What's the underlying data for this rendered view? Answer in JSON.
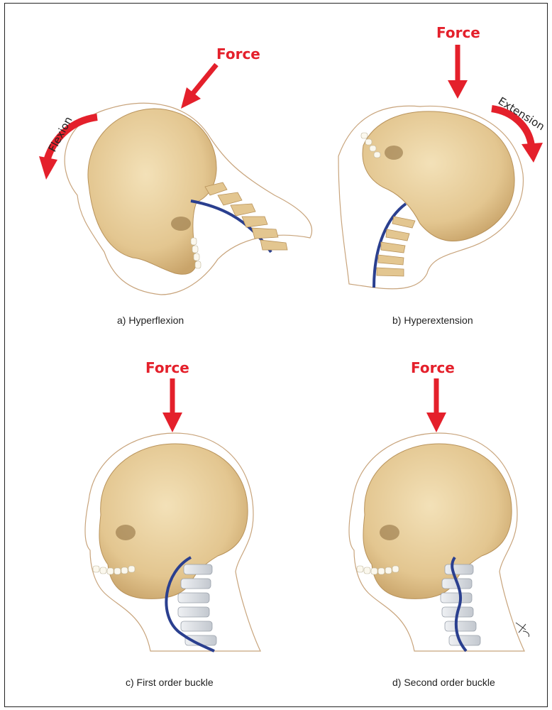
{
  "panels": [
    {
      "id": "a",
      "caption": "a) Hyperflexion",
      "force_label": "Force",
      "motion_label": "Flexion",
      "spine_style": "bent-forward"
    },
    {
      "id": "b",
      "caption": "b) Hyperextension",
      "force_label": "Force",
      "motion_label": "Extension",
      "spine_style": "bent-back"
    },
    {
      "id": "c",
      "caption": "c) First order buckle",
      "force_label": "Force",
      "spine_style": "single-curve"
    },
    {
      "id": "d",
      "caption": "d) Second order buckle",
      "force_label": "Force",
      "spine_style": "double-curve"
    }
  ],
  "colors": {
    "force": "#e4202b",
    "bone": "#e9d1a0",
    "bone_shadow": "#c9a46a",
    "spinal_cord": "#2a3f8f",
    "vertebra_grey": "#d9dde2",
    "outline": "#c8a47c"
  }
}
